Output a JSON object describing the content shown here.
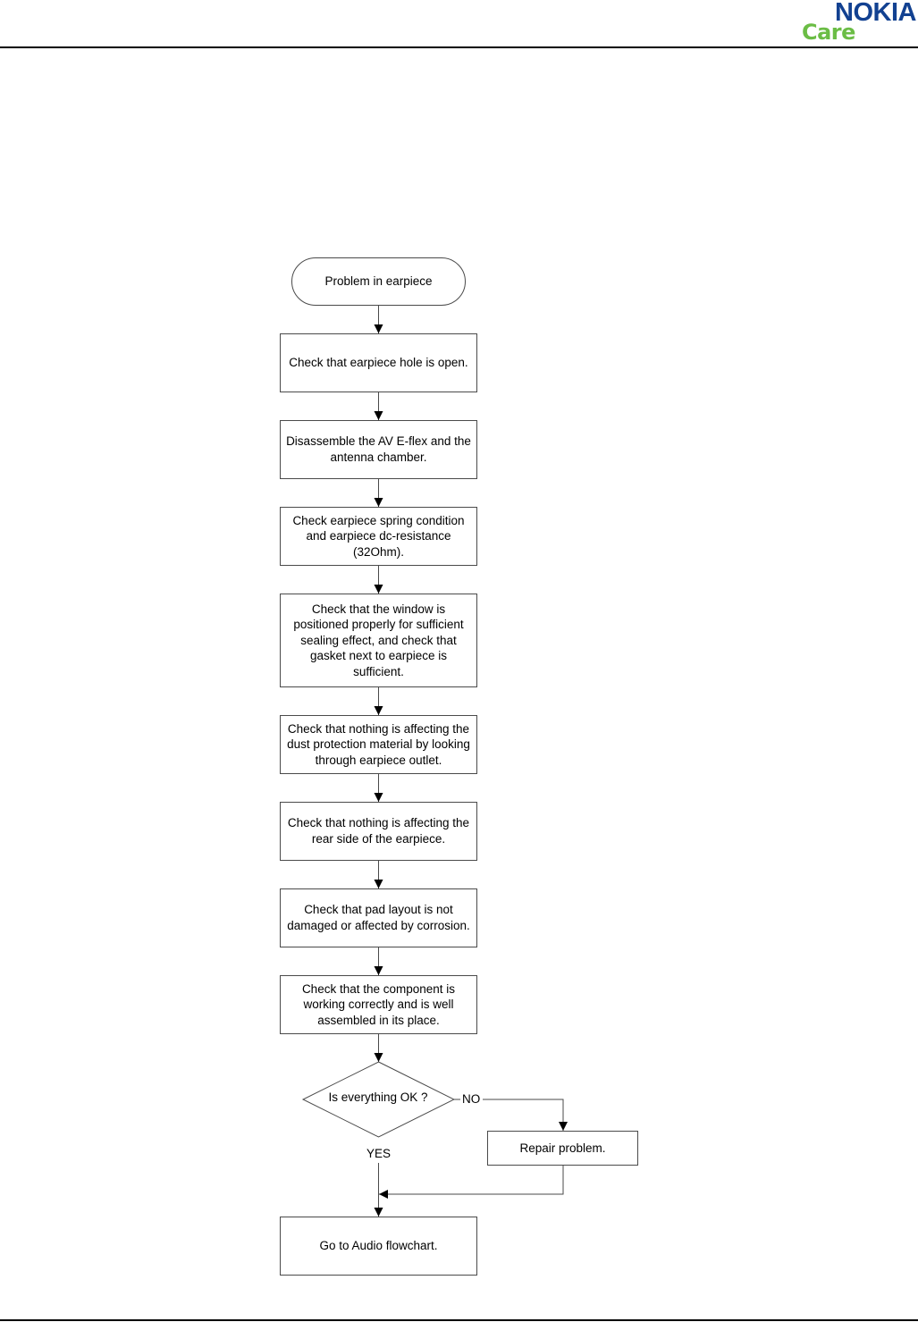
{
  "header": {
    "brand": "NOKIA",
    "sub_brand": "Care"
  },
  "colors": {
    "brand_blue": "#124191",
    "brand_green": "#6bbd45",
    "line": "#4a4a4a"
  },
  "flowchart": {
    "start": "Problem in earpiece",
    "steps": [
      "Check that earpiece hole is open.",
      "Disassemble the AV E-flex and the antenna chamber.",
      "Check earpiece spring condition and earpiece dc-resistance (32Ohm).",
      "Check that the window is positioned properly for sufficient sealing effect, and check that gasket next to earpiece is sufficient.",
      "Check that nothing is affecting the dust protection material by looking through earpiece outlet.",
      "Check that nothing is affecting the rear side of the earpiece.",
      "Check that pad layout is not damaged or affected by corrosion.",
      "Check that the component is working correctly and is well assembled in its place."
    ],
    "decision": "Is everything OK ?",
    "yes_label": "YES",
    "no_label": "NO",
    "repair": "Repair problem.",
    "end": "Go to Audio flowchart."
  }
}
